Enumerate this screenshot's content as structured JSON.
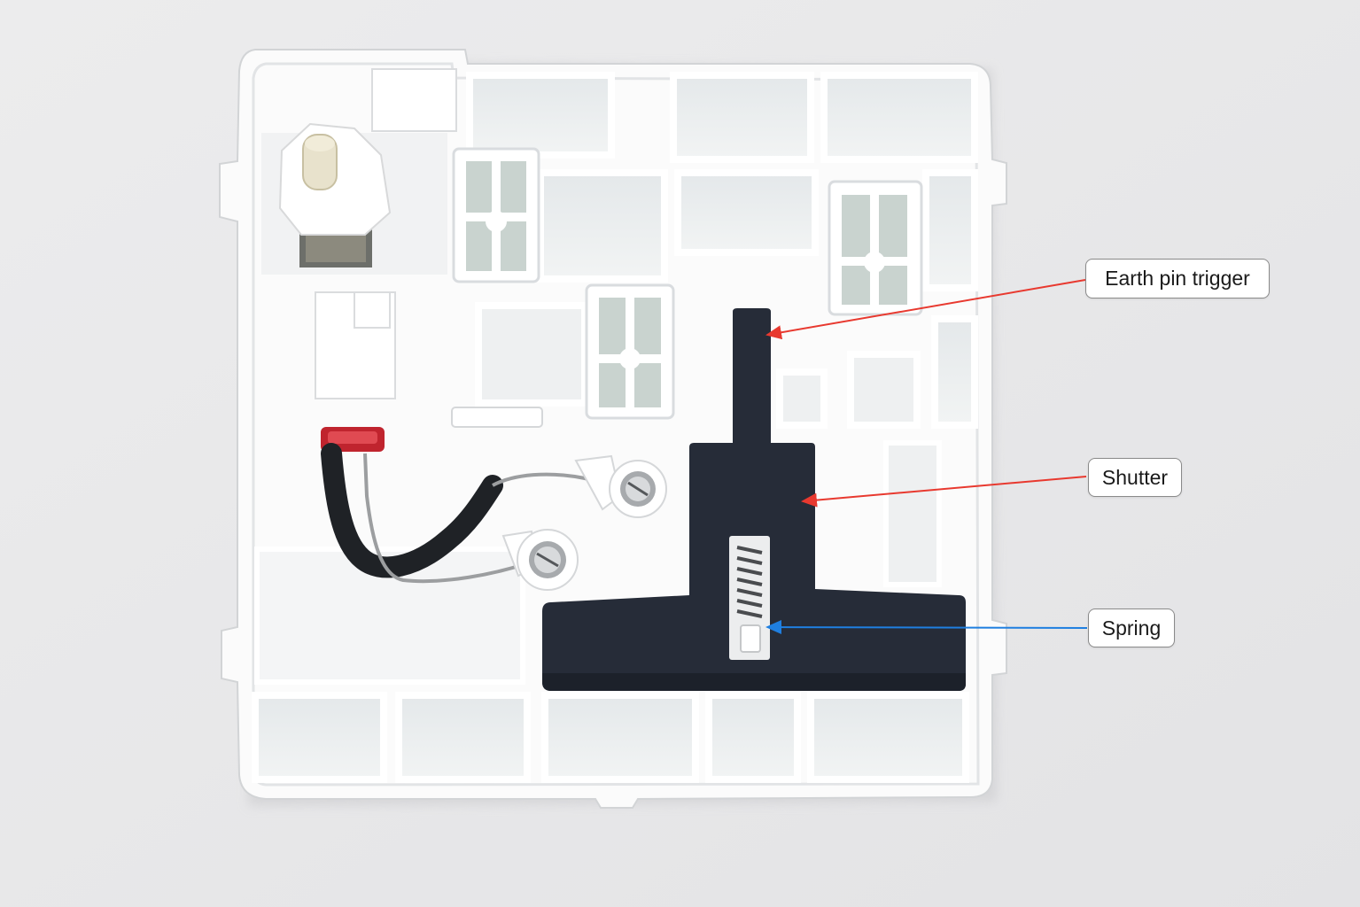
{
  "annotations": [
    {
      "id": "earth-pin-trigger",
      "text": "Earth pin trigger",
      "arrow_color": "#e8392f"
    },
    {
      "id": "shutter",
      "text": "Shutter",
      "arrow_color": "#e8392f"
    },
    {
      "id": "spring",
      "text": "Spring",
      "arrow_color": "#1f7fe0"
    }
  ],
  "colors": {
    "background": "#e9e9ea",
    "plastic": "#fbfbfb",
    "shutter": "#262c38",
    "cable": "#1f2226",
    "terminal_red": "#c0242e"
  }
}
